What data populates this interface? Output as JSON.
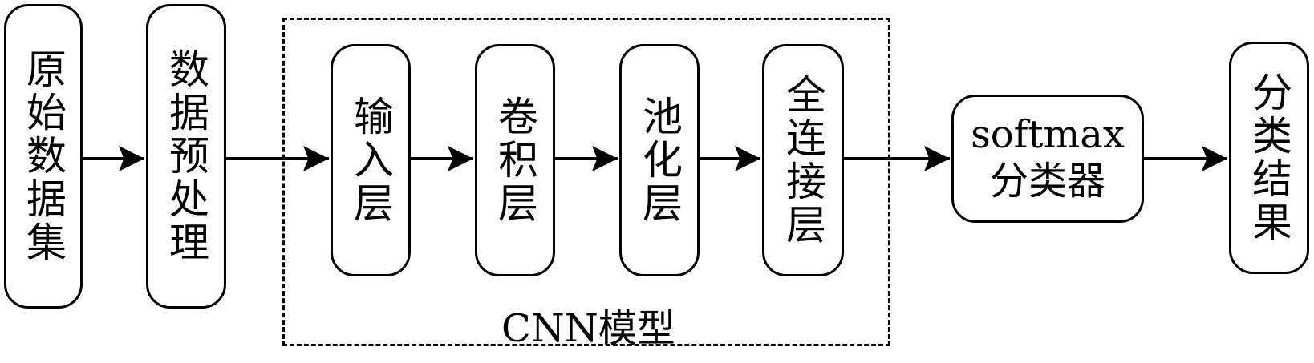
{
  "nodes": {
    "raw_data": "原始数据集",
    "preprocess": "数据预处理",
    "input_layer": "输入层",
    "conv_layer": "卷积层",
    "pool_layer": "池化层",
    "fc_layer": "全连接层",
    "softmax_line1": "softmax",
    "softmax_line2": "分类器",
    "result": "分类结果"
  },
  "group": {
    "label": "CNN模型"
  },
  "colors": {
    "stroke": "#000000",
    "background": "#ffffff"
  }
}
